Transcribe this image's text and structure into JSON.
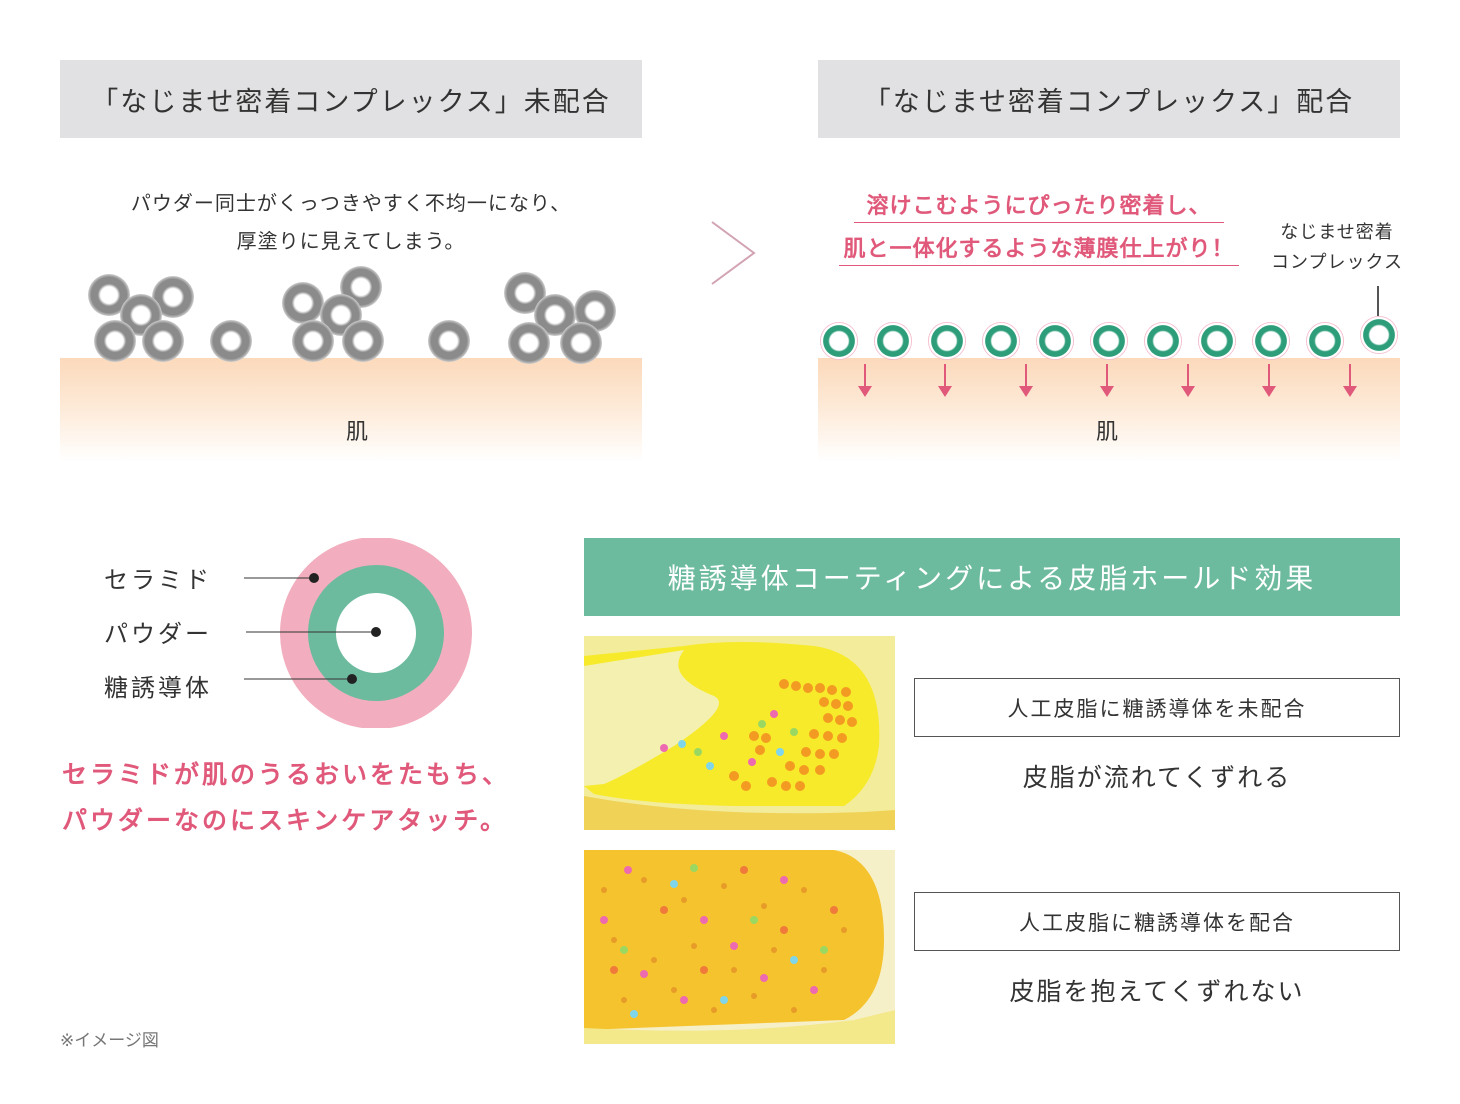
{
  "left_panel": {
    "header": "「なじませ密着コンプレックス」未配合",
    "description_line1": "パウダー同士がくっつきやすく不均一になり、",
    "description_line2": "厚塗りに見えてしまう。",
    "skin_label": "肌"
  },
  "right_panel": {
    "header": "「なじませ密着コンプレックス」配合",
    "highlight_line1": "溶けこむようにぴったり密着し、",
    "highlight_line2": "肌と一体化するような薄膜仕上がり！",
    "callout_line1": "なじませ密着",
    "callout_line2": "コンプレックス",
    "skin_label": "肌"
  },
  "legend": {
    "label_ceramide": "セラミド",
    "label_powder": "パウダー",
    "label_sugar": "糖誘導体",
    "pink_text_line1": "セラミドが肌のうるおいをたもち、",
    "pink_text_line2": "パウダーなのにスキンケアタッチ。",
    "colors": {
      "ceramide": "#f2aebe",
      "sugar": "#6dbb9f",
      "powder": "#ffffff"
    }
  },
  "experiment": {
    "banner": "糖誘導体コーティングによる皮脂ホールド効果",
    "case1_label": "人工皮脂に糖誘導体を未配合",
    "case1_result": "皮脂が流れてくずれる",
    "case2_label": "人工皮脂に糖誘導体を配合",
    "case2_result": "皮脂を抱えてくずれない"
  },
  "footnote": "※イメージ図",
  "colors": {
    "accent_pink": "#e0587a",
    "accent_green": "#6dbb9f",
    "header_gray": "#e1e1e3"
  }
}
